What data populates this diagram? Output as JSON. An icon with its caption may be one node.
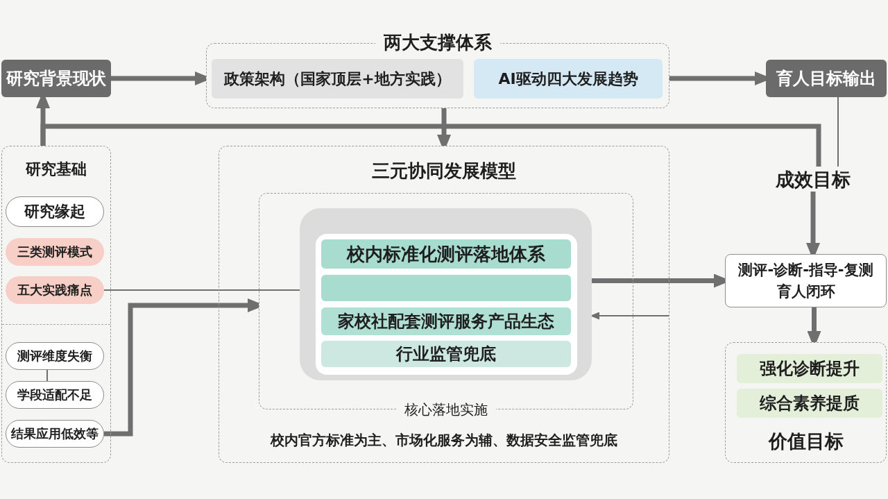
{
  "diagram": {
    "nodes": [
      {
        "text": [
          "研究背景现状"
        ]
      },
      {
        "text": [
          "两大支撑体系"
        ]
      },
      {
        "text": [
          "政策架构（国家顶层+地方实践）"
        ],
        "in": 1
      },
      {
        "text": [
          "AI驱动四大发展趋势"
        ],
        "in": 1
      },
      {
        "text": [
          "育人目标输出"
        ]
      },
      {
        "text": [
          "研究基础"
        ]
      },
      {
        "text": [
          "研究缘起"
        ],
        "in": 5
      },
      {
        "text": [
          "三类测评模式"
        ],
        "in": 5
      },
      {
        "text": [
          "五大实践痛点"
        ],
        "in": 5
      },
      {
        "text": [
          "测评维度失衡"
        ],
        "in": 5
      },
      {
        "text": [
          "学段适配不足"
        ],
        "in": 5
      },
      {
        "text": [
          "结果应用低效等"
        ],
        "in": 5
      },
      {
        "text": [
          "三元协同发展模型",
          "校内官方标准为主、市场化服务为辅、数据安全监管兜底"
        ]
      },
      {
        "text": [
          "核心落地实施"
        ],
        "in": 12
      },
      {
        "text": [],
        "shape": "box",
        "in": 13
      },
      {
        "text": [
          "校内标准化测评落地体系"
        ],
        "in": 14
      },
      {
        "text": [],
        "shape": "bar",
        "in": 14
      },
      {
        "text": [
          "家校社配套测评服务产品生态"
        ],
        "in": 14
      },
      {
        "text": [
          "行业监管兜底"
        ],
        "in": 14
      },
      {
        "text": [
          "成效目标"
        ]
      },
      {
        "text": [
          "测评-诊断-指导-复测",
          "育人闭环"
        ]
      },
      {
        "text": [
          "价值目标"
        ]
      },
      {
        "text": [
          "强化诊断提升"
        ],
        "in": 21
      },
      {
        "text": [
          "综合素养提质"
        ],
        "in": 21
      }
    ],
    "edges": [
      {
        "from": 0,
        "to": 1,
        "arrow": "to"
      },
      {
        "from": 1,
        "to": 4,
        "arrow": "to"
      },
      {
        "from": 5,
        "to": 0,
        "arrow": "to"
      },
      {
        "from": 5,
        "to": 19,
        "arrow": "none"
      },
      {
        "from": 1,
        "to": 12,
        "arrow": "to"
      },
      {
        "from": 4,
        "to": 19,
        "arrow": "none"
      },
      {
        "from": 19,
        "to": 20,
        "arrow": "to"
      },
      {
        "from": 20,
        "to": 21,
        "arrow": "to"
      },
      {
        "from": 8,
        "to": 14,
        "arrow": "none"
      },
      {
        "from": 11,
        "to": 13,
        "arrow": "to"
      },
      {
        "from": 14,
        "to": 20,
        "arrow": "to"
      },
      {
        "from": null,
        "to": 14,
        "arrow": "to"
      },
      {
        "from": 9,
        "to": 10,
        "arrow": "none"
      }
    ]
  }
}
